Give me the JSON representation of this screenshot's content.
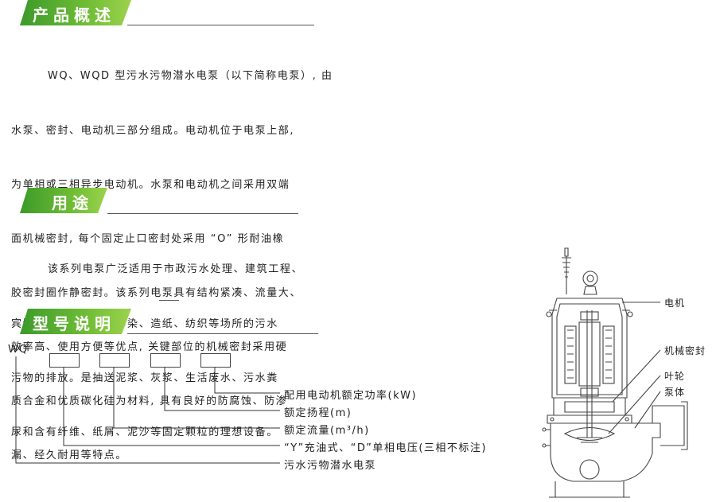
{
  "sections": {
    "overview": {
      "title": "产品概述",
      "lines": [
        "        WQ、WQD 型污水污物潜水电泵（以下简称电泵）, 由",
        "水泵、密封、电动机三部分组成。电动机位于电泵上部,",
        "为单相或三相异步电动机。水泵和电动机之间采用双端",
        "面机械密封, 每个固定止口密封处采用 “O” 形耐油橡",
        "胶密封圈作静密封。该系列电泵具有结构紧凑、流量大、",
        "效率高、使用方便等优点, 关键部位的机械密封采用硬",
        "质合金和优质碳化硅为材料, 具有良好的防腐蚀、防渗",
        "漏、经久耐用等特点。"
      ]
    },
    "usage": {
      "title": "用途",
      "lines": [
        "        该系列电泵广泛适用于市政污水处理、建筑工程、",
        "宾馆、矿山、池塘、印染、造纸、纺织等场所的污水",
        "污物的排放。是抽送泥浆、灰浆、生活废水、污水粪",
        "尿和含有纤维、纸屑、泥沙等固定颗粒的理想设备。"
      ]
    },
    "model": {
      "title": "型号说明",
      "prefix": "WQ",
      "legend": [
        "配用电动机额定功率(kW)",
        "额定扬程(m)",
        "额定流量(m³/h)",
        "“Y”充油式、“D”单相电压(三相不标注)",
        "污水污物潜水电泵"
      ]
    }
  },
  "diagram": {
    "labels": [
      "电机",
      "机械密封",
      "叶轮",
      "泵体"
    ]
  }
}
